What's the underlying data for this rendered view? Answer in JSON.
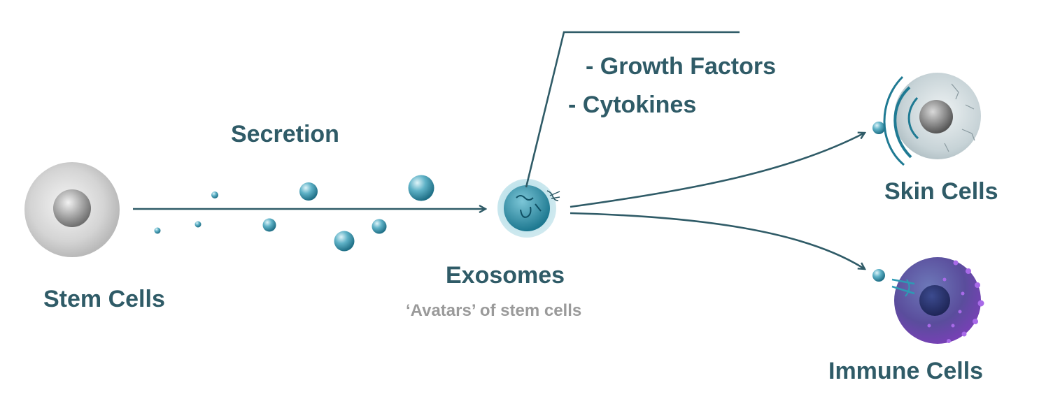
{
  "labels": {
    "stem_cells": "Stem Cells",
    "secretion": "Secretion",
    "exosomes": "Exosomes",
    "exosomes_sub": "‘Avatars’ of stem cells",
    "growth_factors": "- Growth Factors",
    "cytokines": "- Cytokines",
    "skin_cells": "Skin Cells",
    "immune_cells": "Immune Cells"
  },
  "colors": {
    "text_primary": "#2f5b67",
    "text_secondary": "#9a9a9a",
    "arrow": "#2f5b67",
    "vesicle": "#3a96ad",
    "stem_cell": "#c9c9c9",
    "skin_cell": "#c4cfd3",
    "immune_cell": "#5a4d9c",
    "immune_dots": "#8a3fd0"
  },
  "icons": [
    "stem-cell-icon",
    "vesicle-icon",
    "exosome-icon",
    "skin-cell-icon",
    "immune-cell-icon"
  ]
}
